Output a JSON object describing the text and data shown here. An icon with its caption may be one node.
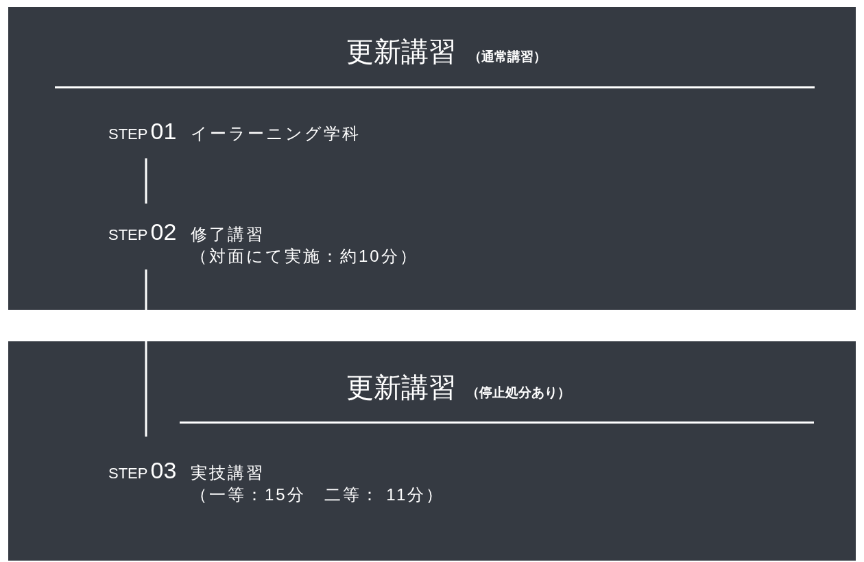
{
  "diagram": {
    "nodes": [
      {
        "text": [
          "更新講習",
          "（通常講習）"
        ]
      },
      {
        "text": [
          "STEP",
          "01",
          "イーラーニング学科"
        ],
        "in": 0
      },
      {
        "text": [
          "STEP",
          "02",
          "修了講習",
          "（対面にて実施：約10分）"
        ],
        "in": 0
      },
      {
        "text": [
          "更新講習",
          "（停止処分あり）"
        ]
      },
      {
        "text": [
          "STEP",
          "03",
          "実技講習",
          "（一等：15分　二等： 11分）"
        ],
        "in": 3
      }
    ],
    "edges": [
      {
        "from": 1,
        "to": 2,
        "arrow": "none"
      },
      {
        "from": 2,
        "to": 4,
        "arrow": "none"
      }
    ]
  }
}
